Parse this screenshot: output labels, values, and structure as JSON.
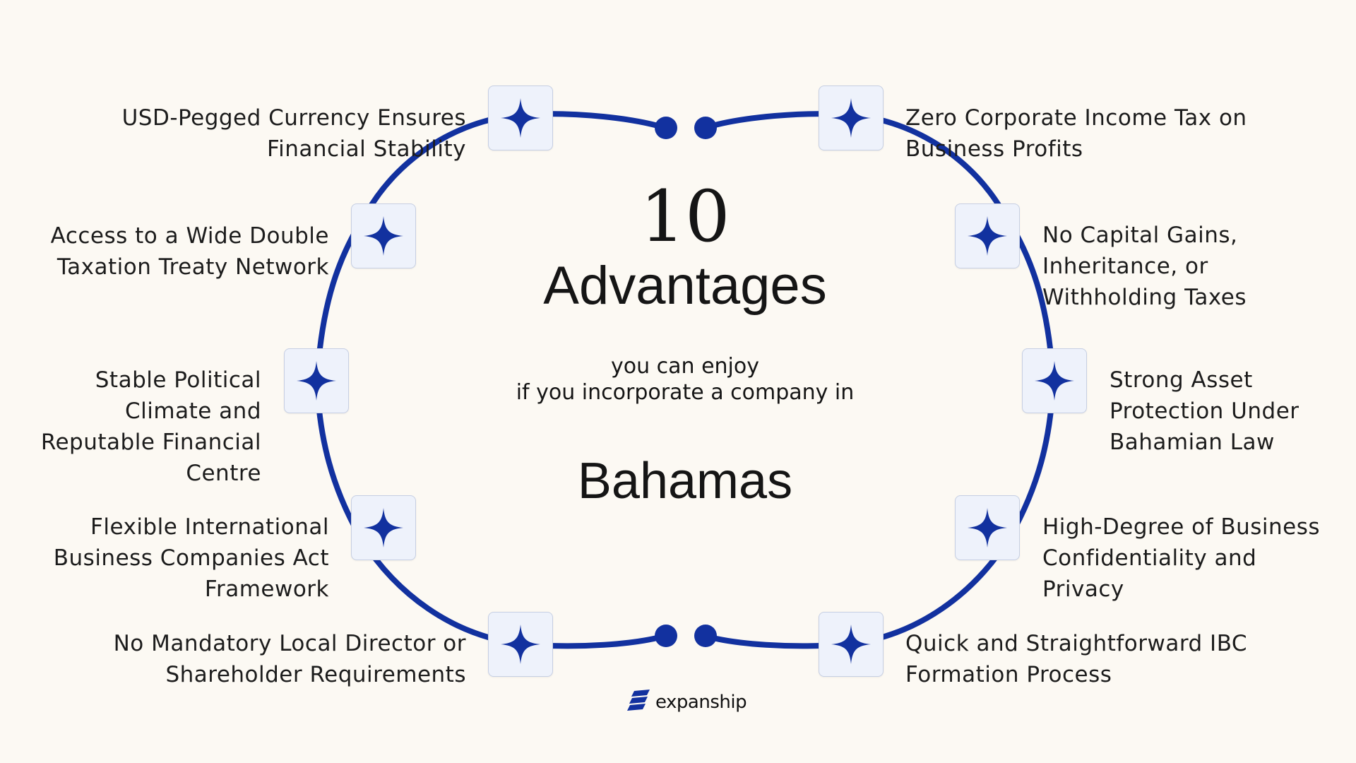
{
  "heading": {
    "number": "10",
    "title": "Advantages",
    "subtitle_line1": "you can enjoy",
    "subtitle_line2": "if you incorporate a company in",
    "country": "Bahamas"
  },
  "advantages_left": [
    {
      "lines": [
        "USD-Pegged Currency Ensures",
        "Financial Stability"
      ]
    },
    {
      "lines": [
        "Access to a Wide Double",
        "Taxation Treaty Network"
      ]
    },
    {
      "lines": [
        "Stable Political",
        "Climate and",
        "Reputable Financial",
        "Centre"
      ]
    },
    {
      "lines": [
        "Flexible International",
        "Business Companies Act",
        "Framework"
      ]
    },
    {
      "lines": [
        "No Mandatory Local Director or",
        "Shareholder Requirements"
      ]
    }
  ],
  "advantages_right": [
    {
      "lines": [
        "Zero Corporate Income Tax on",
        "Business Profits"
      ]
    },
    {
      "lines": [
        "No Capital Gains,",
        "Inheritance, or",
        "Withholding Taxes"
      ]
    },
    {
      "lines": [
        "Strong Asset",
        "Protection Under",
        "Bahamian Law"
      ]
    },
    {
      "lines": [
        "High-Degree of Business",
        "Confidentiality and",
        "Privacy"
      ]
    },
    {
      "lines": [
        "Quick and Straightforward IBC",
        "Formation Process"
      ]
    }
  ],
  "icons": {
    "item": "four-point-star-icon",
    "logo": "expanship-logo-icon"
  },
  "logo_text": "expanship",
  "colors": {
    "accent": "#12319f",
    "background": "#fcf9f3",
    "box_fill": "#eef2fb",
    "box_border": "#c6cfe3"
  }
}
